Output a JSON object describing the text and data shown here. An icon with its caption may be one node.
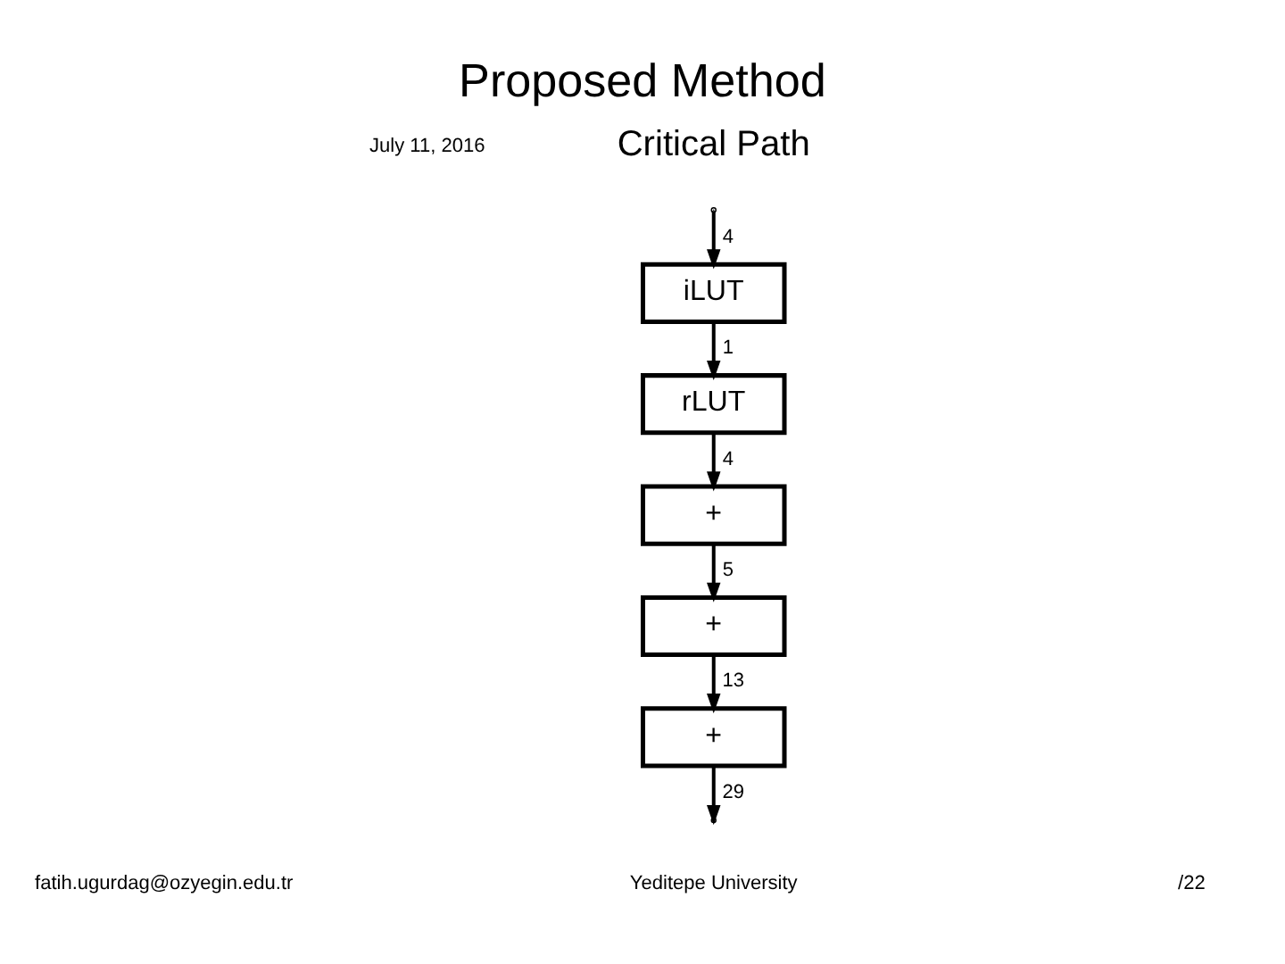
{
  "diagram": {
    "title": "Proposed Method",
    "nodes": [
      {
        "text": [
          "iLUT"
        ]
      },
      {
        "text": [
          "rLUT"
        ]
      },
      {
        "text": [
          "+"
        ]
      },
      {
        "text": [
          "+"
        ]
      },
      {
        "text": [
          "+"
        ]
      }
    ],
    "edges": [
      {
        "from": null,
        "to": 0,
        "arrow": "to",
        "label": "4"
      },
      {
        "from": 0,
        "to": 1,
        "arrow": "to",
        "label": "1"
      },
      {
        "from": 1,
        "to": 2,
        "arrow": "to",
        "label": "4"
      },
      {
        "from": 2,
        "to": 3,
        "arrow": "to",
        "label": "5"
      },
      {
        "from": 3,
        "to": 4,
        "arrow": "to",
        "label": "13"
      },
      {
        "from": 4,
        "to": null,
        "arrow": "to",
        "label": "29"
      }
    ],
    "labels": [
      "July 11, 2016",
      "Critical Path",
      "fatih.ugurdag@ozyegin.edu.tr",
      "Yeditepe University",
      "/22"
    ]
  }
}
